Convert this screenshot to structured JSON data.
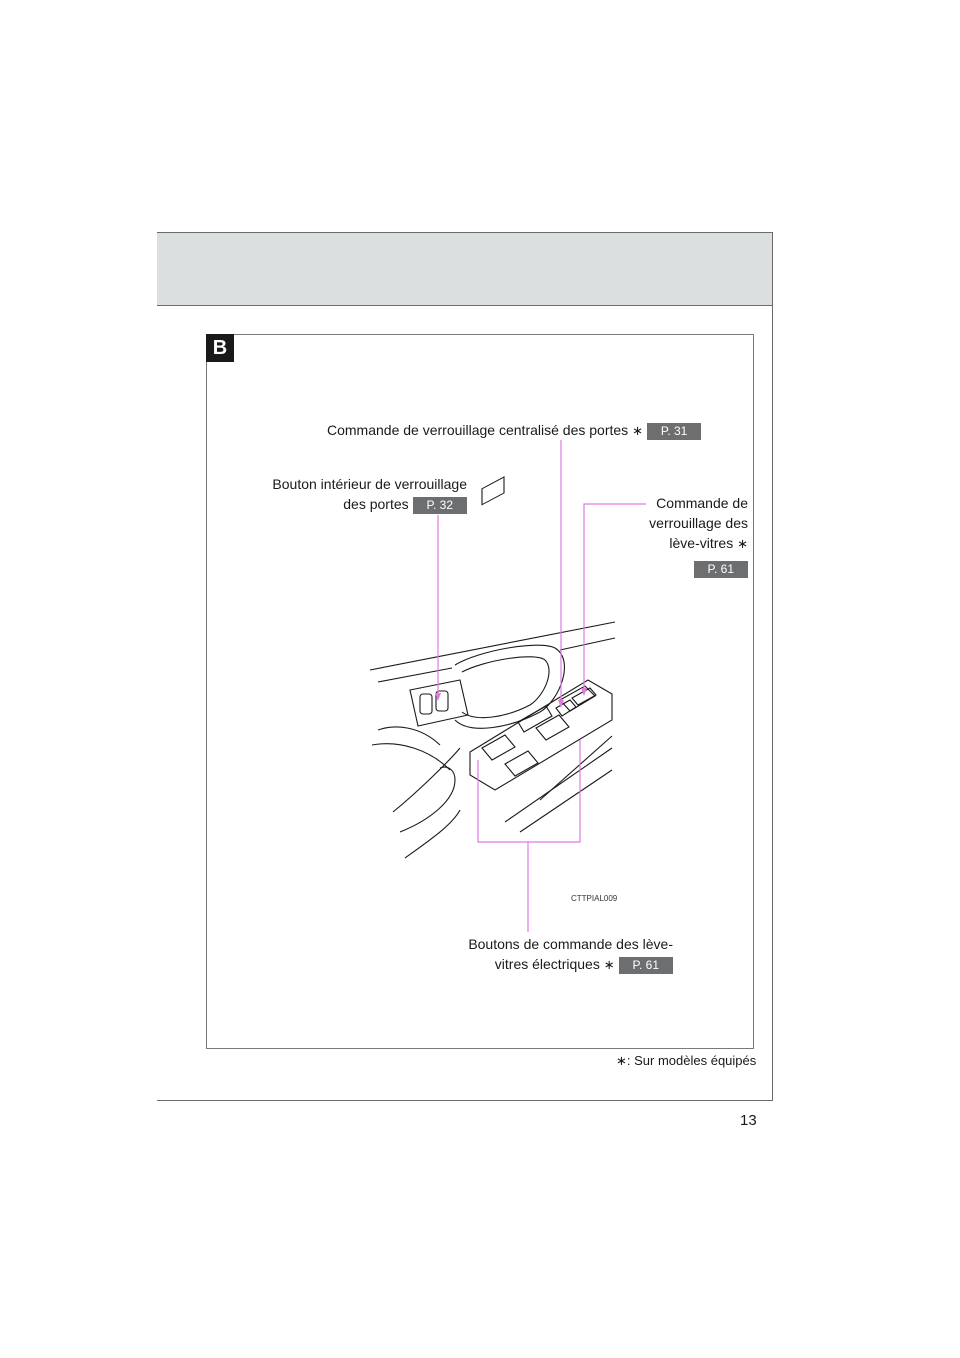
{
  "section_badge": "B",
  "page_number": "13",
  "callouts": {
    "central_lock": {
      "text": "Commande de verrouillage centralisé des portes",
      "marker": "∗",
      "ref": "P. 31"
    },
    "inner_lock_button": {
      "line1": "Bouton intérieur de verrouillage",
      "line2": "des portes",
      "ref": "P. 32"
    },
    "window_lock": {
      "line1": "Commande de",
      "line2": "verrouillage des",
      "line3": "lève-vitres",
      "marker": "∗",
      "ref": "P. 61"
    },
    "power_window": {
      "line1": "Boutons de commande des lève-",
      "line2": "vitres électriques",
      "marker": "∗",
      "ref": "P. 61"
    }
  },
  "image_code": "CTTPIAL009",
  "footnote": {
    "marker": "∗",
    "text": ": Sur modèles équipés"
  },
  "colors": {
    "leader_line": "#e07be0",
    "header_band": "#dcdfe0",
    "ref_badge": "#6d6e70"
  }
}
